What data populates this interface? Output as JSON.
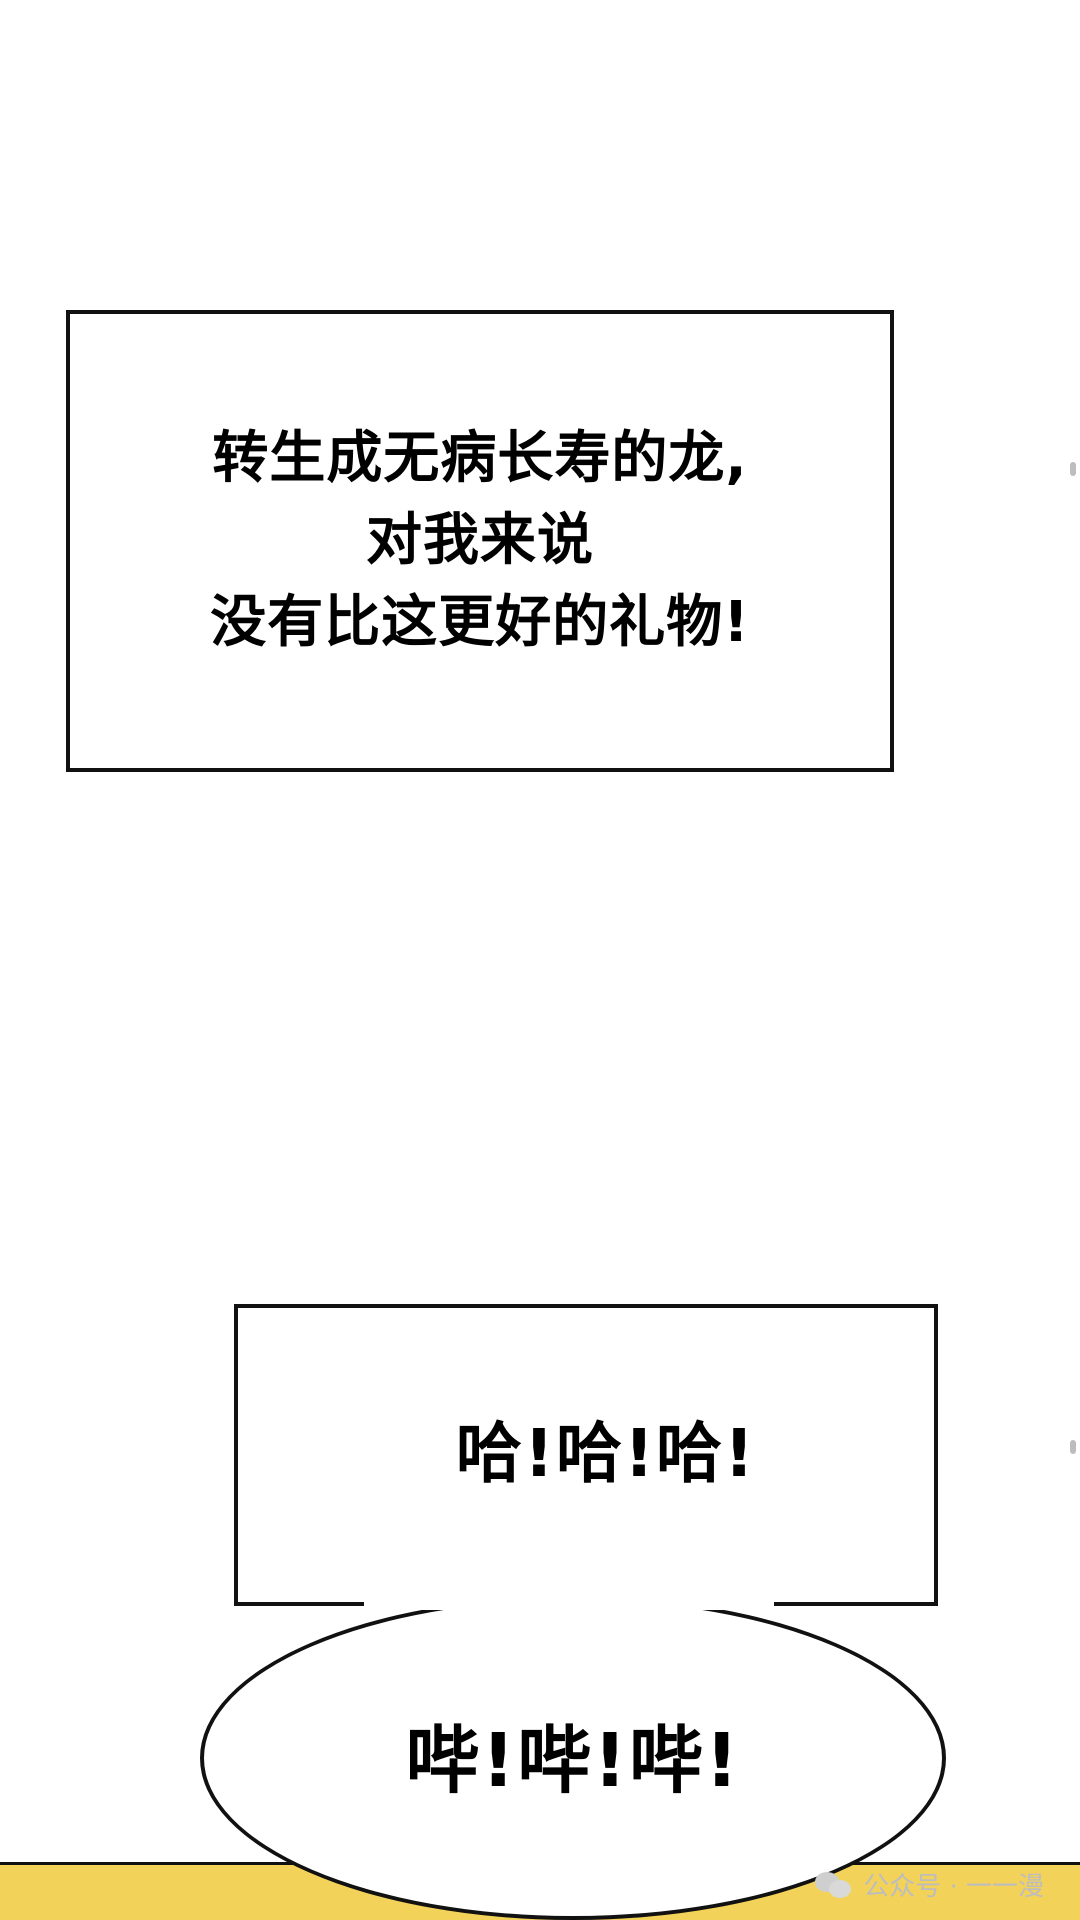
{
  "panel_1": {
    "narration_lines": [
      "转生成无病长寿的龙,",
      "对我来说",
      "没有比这更好的礼物!"
    ]
  },
  "panel_2": {
    "shout_text": "哈!哈!哈!",
    "speech_text": "哔!哔!哔!"
  },
  "watermark": {
    "icon": "wechat-icon",
    "text": "公众号 · 一一漫"
  },
  "colors": {
    "background": "#ffffff",
    "border": "#111111",
    "bottom_strip": "#f3d25a",
    "watermark": "#bdbdbd"
  }
}
